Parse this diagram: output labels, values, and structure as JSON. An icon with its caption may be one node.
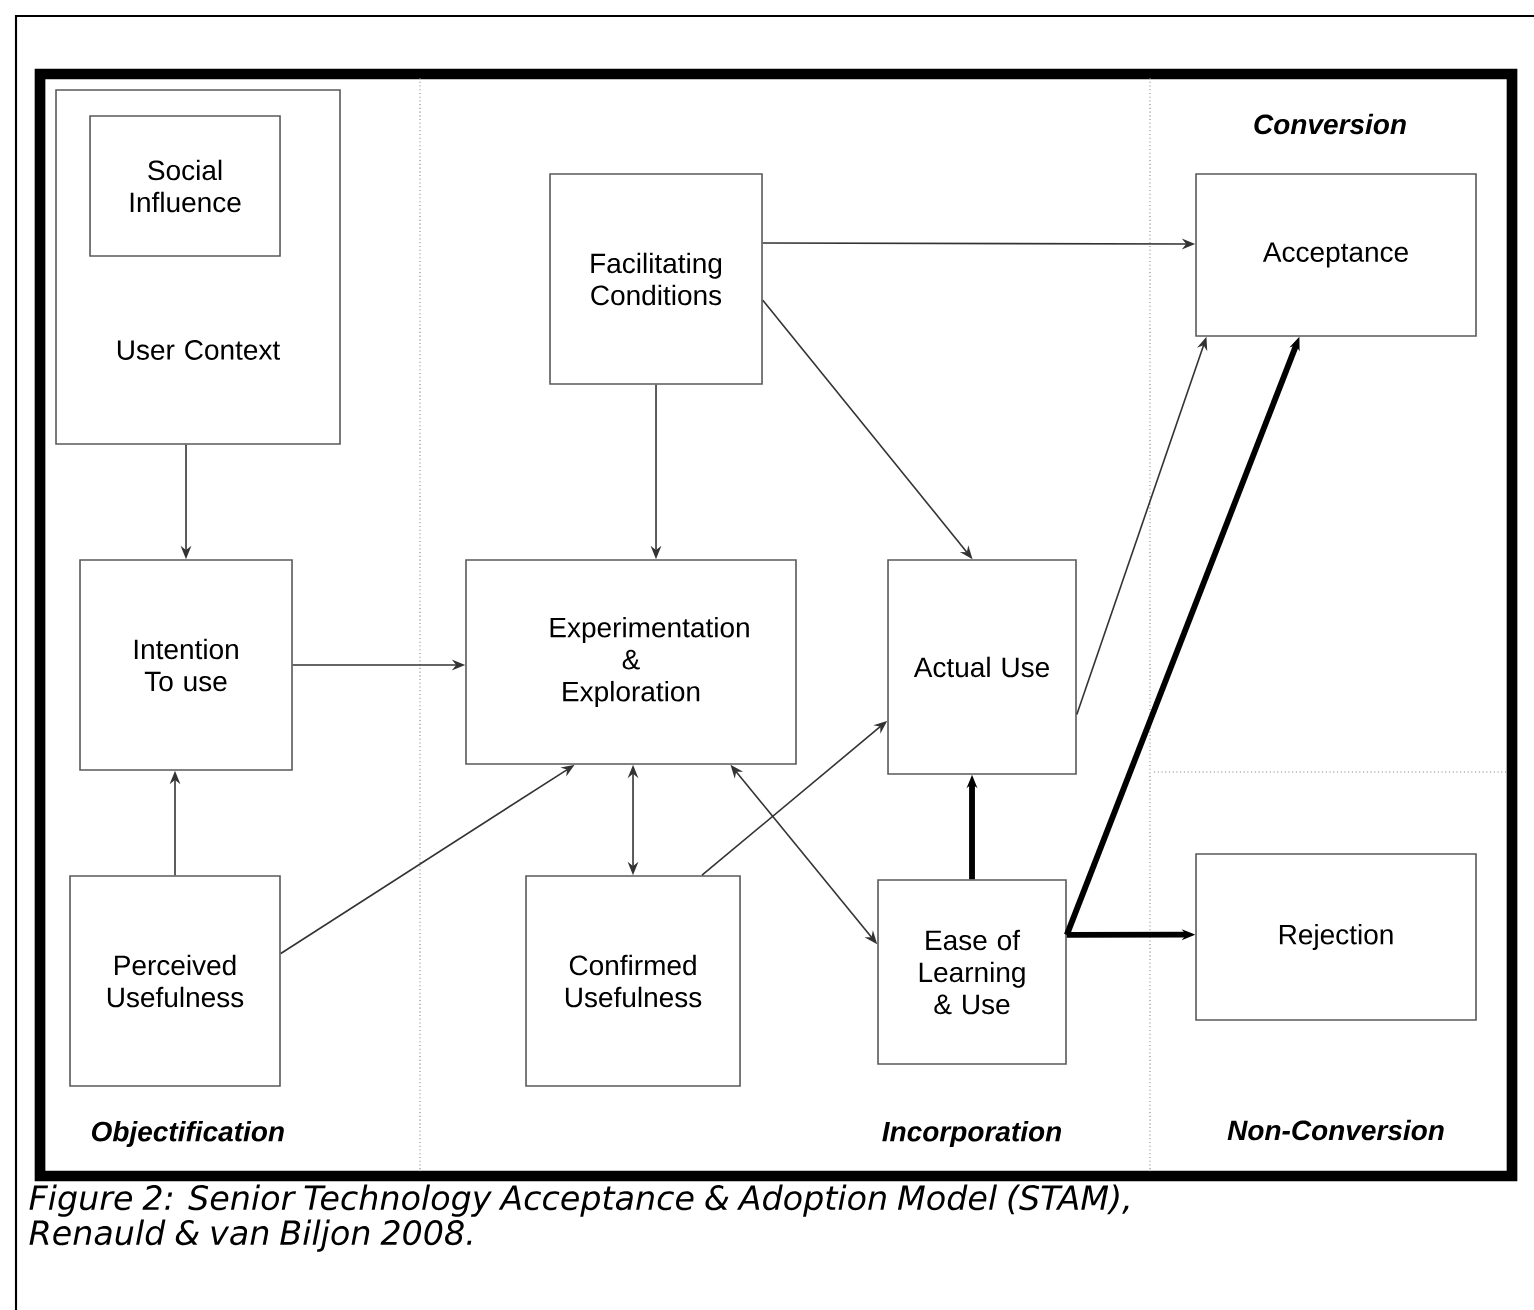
{
  "diagram": {
    "caption": "Figure 2: Senior Technology Acceptance & Adoption Model (STAM), Renauld & van Biljon 2008.",
    "nodes": [
      {
        "text": [
          "User Context"
        ]
      },
      {
        "text": [
          "Social Influence"
        ],
        "in": 0
      },
      {
        "text": [
          "Intention To use"
        ]
      },
      {
        "text": [
          "Perceived Usefulness"
        ]
      },
      {
        "text": [
          "Facilitating Conditions"
        ]
      },
      {
        "text": [
          "Experimentation & Exploration"
        ]
      },
      {
        "text": [
          "Confirmed Usefulness"
        ]
      },
      {
        "text": [
          "Actual Use"
        ]
      },
      {
        "text": [
          "Ease of Learning & Use"
        ]
      },
      {
        "text": [
          "Acceptance"
        ]
      },
      {
        "text": [
          "Rejection"
        ]
      }
    ],
    "edges": [
      {
        "from": 0,
        "to": 2,
        "arrow": "to"
      },
      {
        "from": 3,
        "to": 2,
        "arrow": "to"
      },
      {
        "from": 2,
        "to": 5,
        "arrow": "to"
      },
      {
        "from": 3,
        "to": 5,
        "arrow": "to"
      },
      {
        "from": 4,
        "to": 5,
        "arrow": "to"
      },
      {
        "from": 4,
        "to": 9,
        "arrow": "to"
      },
      {
        "from": 4,
        "to": 7,
        "arrow": "to"
      },
      {
        "from": 5,
        "to": 6,
        "arrow": "both"
      },
      {
        "from": 6,
        "to": 7,
        "arrow": "to"
      },
      {
        "from": 5,
        "to": 8,
        "arrow": "both"
      },
      {
        "from": 7,
        "to": 9,
        "arrow": "to"
      },
      {
        "from": 8,
        "to": 7,
        "arrow": "to",
        "style": "thick"
      },
      {
        "from": 8,
        "to": 9,
        "arrow": "to",
        "style": "thick"
      },
      {
        "from": 8,
        "to": 10,
        "arrow": "to",
        "style": "thick"
      }
    ],
    "labels": [
      "Conversion",
      "Objectification",
      "Incorporation",
      "Non-Conversion"
    ]
  }
}
